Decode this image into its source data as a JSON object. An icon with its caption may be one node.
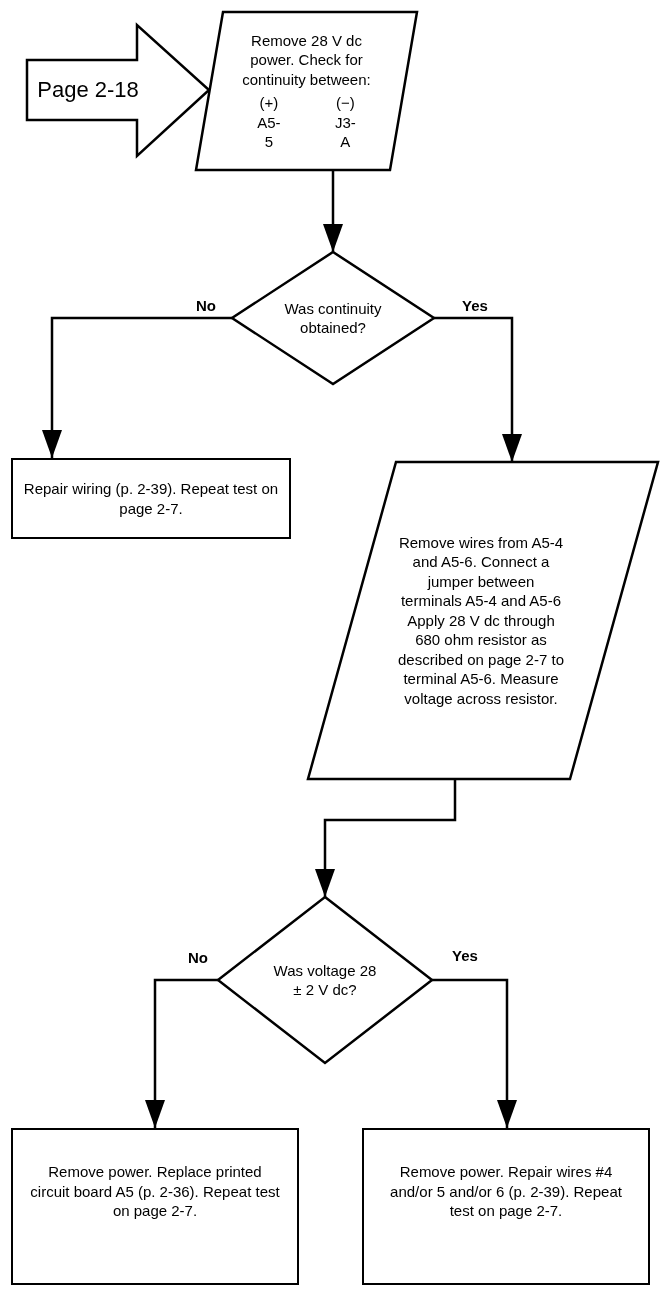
{
  "diagram": {
    "nodes": [
      {
        "text": [
          "Page 2-18"
        ]
      },
      {
        "text": [
          "Remove 28 V dc power. Check for continuity between:",
          "(+) A5-5",
          "(−) J3-A"
        ]
      },
      {
        "text": [
          "Was continuity obtained?"
        ]
      },
      {
        "text": [
          "Repair wiring (p. 2-39). Repeat test on page 2-7."
        ]
      },
      {
        "text": [
          "Remove wires from A5-4 and A5-6. Connect a jumper between terminals A5-4 and A5-6 Apply 28 V dc through 680 ohm resistor as described on page 2-7 to terminal A5-6. Measure voltage across resistor."
        ]
      },
      {
        "text": [
          "Was voltage 28 ± 2 V dc?"
        ]
      },
      {
        "text": [
          "Remove power. Replace printed circuit board A5 (p. 2-36). Repeat test on page 2-7."
        ]
      },
      {
        "text": [
          "Remove power. Repair wires #4 and/or 5 and/or 6 (p. 2-39). Repeat test on page 2-7."
        ]
      }
    ],
    "edges": [
      {
        "from": 1,
        "to": 2,
        "arrow": "to"
      },
      {
        "from": 2,
        "to": 3,
        "arrow": "to",
        "label": "No"
      },
      {
        "from": 2,
        "to": 4,
        "arrow": "to",
        "label": "Yes"
      },
      {
        "from": 4,
        "to": 5,
        "arrow": "to"
      },
      {
        "from": 5,
        "to": 6,
        "arrow": "to",
        "label": "No"
      },
      {
        "from": 5,
        "to": 7,
        "arrow": "to",
        "label": "Yes"
      }
    ]
  }
}
